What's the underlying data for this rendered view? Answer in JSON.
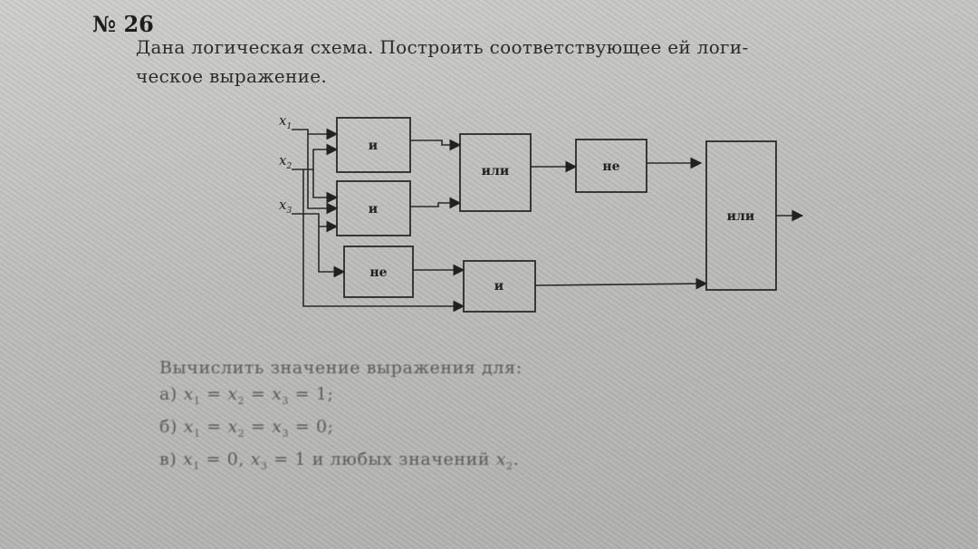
{
  "problem": {
    "number": "№ 26",
    "statement_line1": "Дана логическая схема. Построить соответствующее ей логи-",
    "statement_line2": "ческое выражение."
  },
  "circuit": {
    "inputs": [
      {
        "name": "x",
        "sub": "1"
      },
      {
        "name": "x",
        "sub": "2"
      },
      {
        "name": "x",
        "sub": "3"
      }
    ],
    "gates": {
      "and_top": "и",
      "and_middle": "и",
      "not_lower": "не",
      "or_first": "или",
      "not_upper": "не",
      "and_bottom": "и",
      "or_final": "или"
    }
  },
  "tasks": {
    "heading": "Вычислить значение выражения для:",
    "a": {
      "prefix": "а)",
      "var1": "x",
      "sub1": "1",
      "eq1": " = ",
      "var2": "x",
      "sub2": "2",
      "eq2": " = ",
      "var3": "x",
      "sub3": "3",
      "tail": " = 1;"
    },
    "b": {
      "prefix": "б)",
      "var1": "x",
      "sub1": "1",
      "eq1": " = ",
      "var2": "x",
      "sub2": "2",
      "eq2": " = ",
      "var3": "x",
      "sub3": "3",
      "tail": " = 0;"
    },
    "c": {
      "prefix": "в)",
      "var1": "x",
      "sub1": "1",
      "mid": " = 0, ",
      "var2": "x",
      "sub2": "3",
      "mid2": " = 1 и любых значений ",
      "var3": "x",
      "sub3": "2",
      "tail": "."
    }
  }
}
